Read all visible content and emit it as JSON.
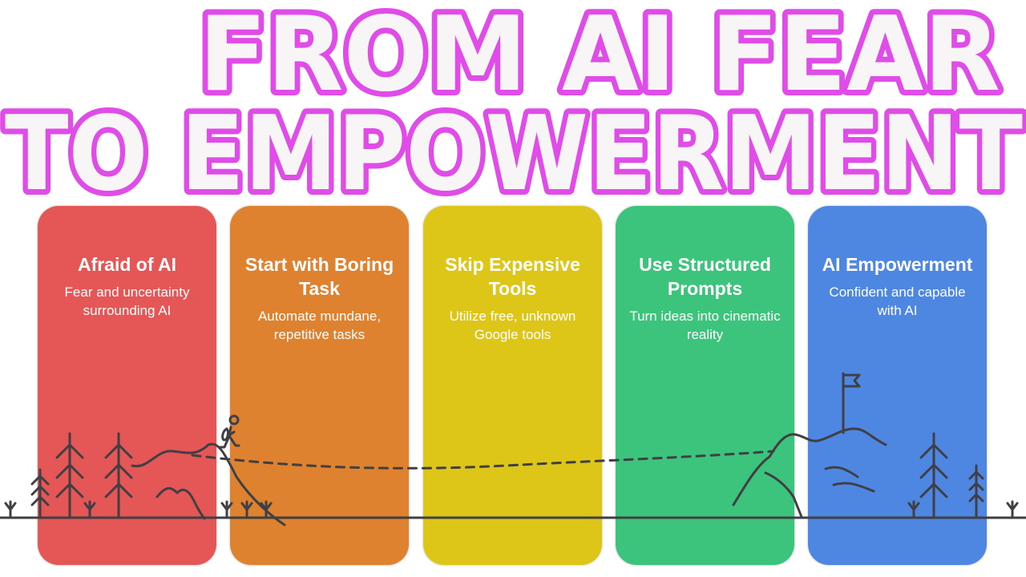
{
  "title": {
    "line1": "FROM AI FEAR",
    "line2": "TO EMPOWERMENT",
    "fill_color": "#f7f5f5",
    "outline_color": "#e04ce8"
  },
  "steps": [
    {
      "title": "Afraid of AI",
      "description": "Fear and uncertainty surrounding AI",
      "color": "#e55656"
    },
    {
      "title": "Start with Boring Task",
      "description": "Automate mundane, repetitive tasks",
      "color": "#de8230"
    },
    {
      "title": "Skip Expensive Tools",
      "description": "Utilize free, unknown Google tools",
      "color": "#ddc618"
    },
    {
      "title": "Use Structured Prompts",
      "description": "Turn ideas into cinematic reality",
      "color": "#3cc47c"
    },
    {
      "title": "AI Empowerment",
      "description": "Confident and capable with AI",
      "color": "#4d87e2"
    }
  ],
  "scene": {
    "line_color": "#3f3f44",
    "icons": [
      "trees-icon",
      "hiker-icon",
      "mountain-icon",
      "flag-icon",
      "dashed-path"
    ]
  }
}
